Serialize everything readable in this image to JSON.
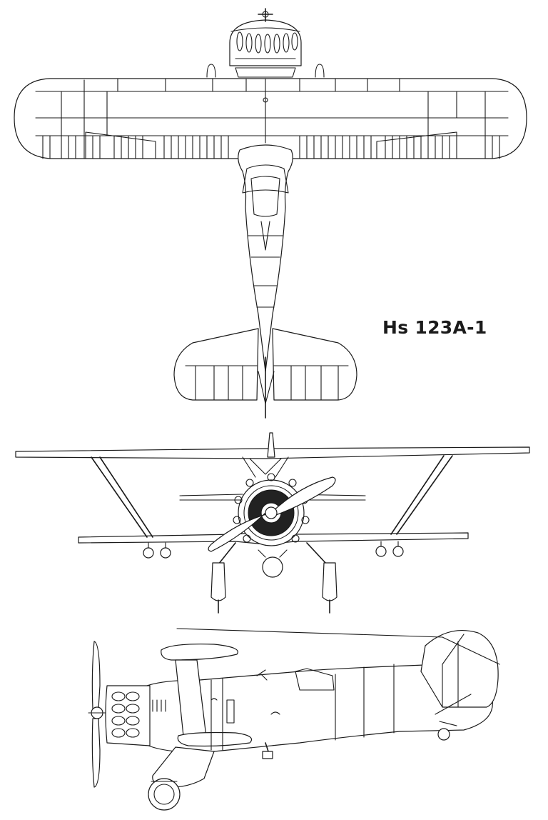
{
  "title": "Hs 123A-1",
  "views": {
    "plan": {
      "name": "plan-view"
    },
    "front": {
      "name": "front-view"
    },
    "side": {
      "name": "side-view"
    }
  },
  "colors": {
    "line": "#1a1a1a",
    "background": "#ffffff"
  }
}
